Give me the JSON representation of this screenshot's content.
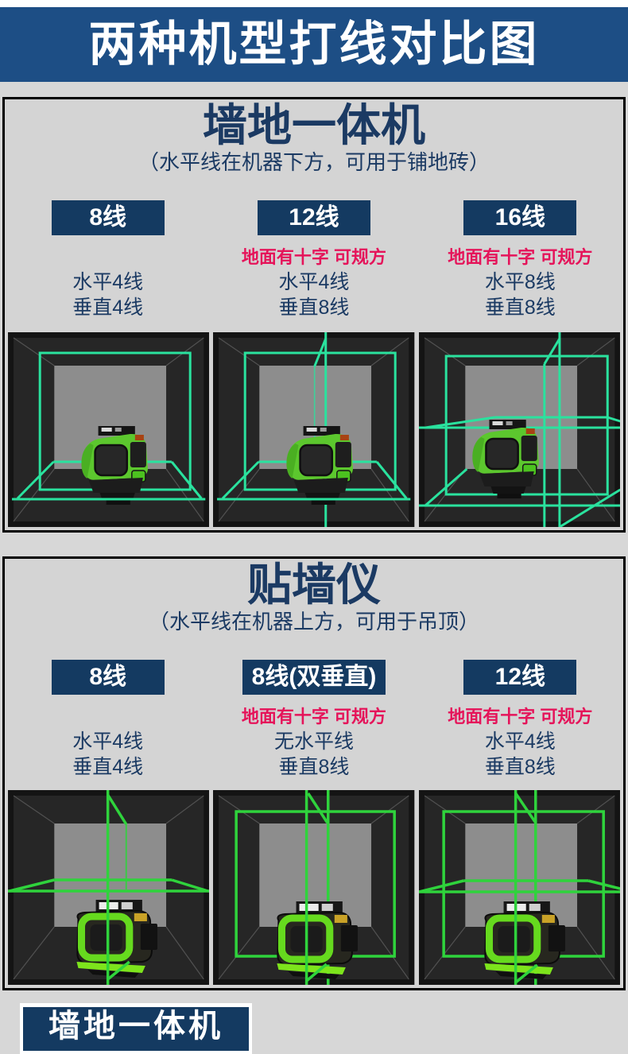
{
  "page": {
    "title": "两种机型打线对比图",
    "bottom_badge": "墙地一体机"
  },
  "colors": {
    "banner_blue": "#1d4e85",
    "badge_navy": "#143a61",
    "text_navy": "#1b3a63",
    "note_red": "#e5145a",
    "laser_mint_section1": "#2ae29e",
    "laser_green_section2": "#2fd33c",
    "page_gray": "#d7d7d7"
  },
  "sections": [
    {
      "title": "墙地一体机",
      "subtitle": "（水平线在机器下方，可用于铺地砖）",
      "columns": [
        {
          "badge": "8线",
          "note": "",
          "spec_line1": "水平4线",
          "spec_line2": "垂直4线"
        },
        {
          "badge": "12线",
          "note": "地面有十字 可规方",
          "spec_line1": "水平4线",
          "spec_line2": "垂直8线"
        },
        {
          "badge": "16线",
          "note": "地面有十字 可规方",
          "spec_line1": "水平8线",
          "spec_line2": "垂直8线"
        }
      ]
    },
    {
      "title": "贴墙仪",
      "subtitle": "（水平线在机器上方，可用于吊顶）",
      "columns": [
        {
          "badge": "8线",
          "note": "",
          "spec_line1": "水平4线",
          "spec_line2": "垂直4线"
        },
        {
          "badge": "8线(双垂直)",
          "note": "地面有十字 可规方",
          "spec_line1": "无水平线",
          "spec_line2": "垂直8线"
        },
        {
          "badge": "12线",
          "note": "地面有十字 可规方",
          "spec_line1": "水平4线",
          "spec_line2": "垂直8线"
        }
      ]
    }
  ]
}
